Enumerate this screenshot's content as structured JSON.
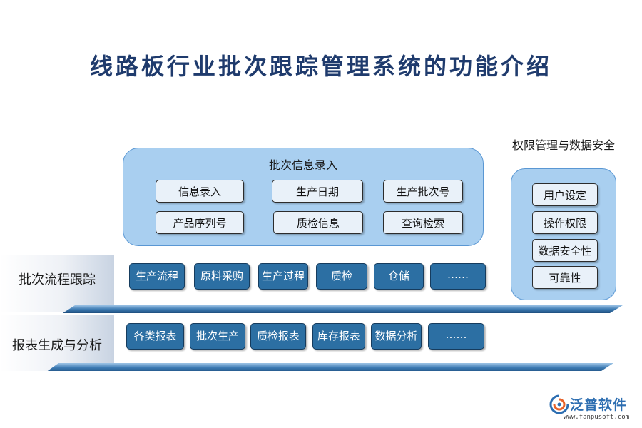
{
  "title": "线路板行业批次跟踪管理系统的功能介绍",
  "entry_panel": {
    "title": "批次信息录入",
    "items": [
      "信息录入",
      "生产日期",
      "生产批次号",
      "产品序列号",
      "质检信息",
      "查询检索"
    ]
  },
  "security_panel": {
    "title": "权限管理与数据安全",
    "items": [
      "用户设定",
      "操作权限",
      "数据安全性",
      "可靠性"
    ]
  },
  "flow_row": {
    "label": "批次流程跟踪",
    "items": [
      "生产流程",
      "原料采购",
      "生产过程",
      "质检",
      "仓储",
      "……"
    ]
  },
  "report_row": {
    "label": "报表生成与分析",
    "items": [
      "各类报表",
      "批次生产",
      "质检报表",
      "库存报表",
      "数据分析",
      "……"
    ]
  },
  "logo": {
    "name": "泛普软件",
    "url": "www.fanpusoft.com"
  },
  "colors": {
    "title": "#1f3b6d",
    "panel": "#a9cff0",
    "dark_box": "#2c6fa3",
    "band": "#3d7bb3"
  }
}
